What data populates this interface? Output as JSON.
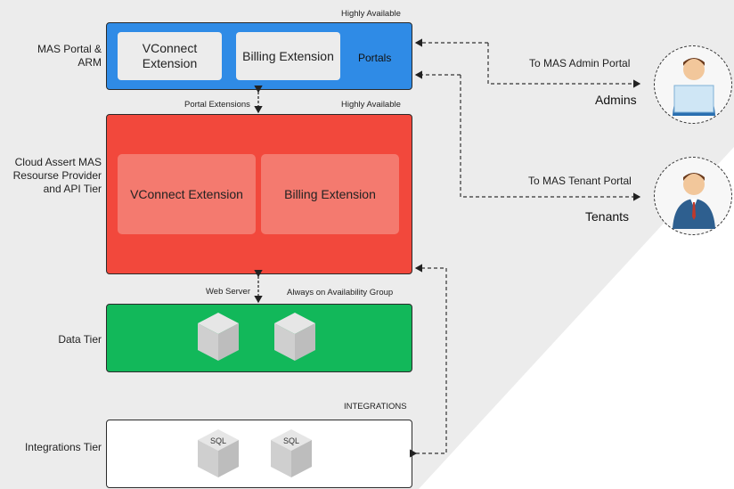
{
  "portal_tier": {
    "side_label": "MAS Portal & ARM",
    "top_label": "Highly Available",
    "ext1": "VConnect Extension",
    "ext2": "Billing Extension",
    "inner_label": "Portals"
  },
  "connector_portal_api": "Portal Extensions",
  "api_tier": {
    "side_label": "Cloud Assert MAS Resourse Provider and API Tier",
    "top_label": "Highly Available",
    "ext1": "VConnect Extension",
    "ext2": "Billing Extension"
  },
  "connector_api_data": "Web Server",
  "data_tier": {
    "side_label": "Data Tier",
    "top_label": "Always on Availability Group"
  },
  "integrations_tier": {
    "side_label": "Integrations Tier",
    "top_label": "INTEGRATIONS",
    "cube1": "SQL",
    "cube2": "SQL"
  },
  "admins": {
    "arrow_label": "To MAS Admin Portal",
    "role": "Admins"
  },
  "tenants": {
    "arrow_label": "To MAS Tenant Portal",
    "role": "Tenants"
  },
  "colors": {
    "portal": "#2f8be6",
    "api": "#f2483c",
    "data": "#12b85a",
    "integrations": "#ffffff"
  }
}
